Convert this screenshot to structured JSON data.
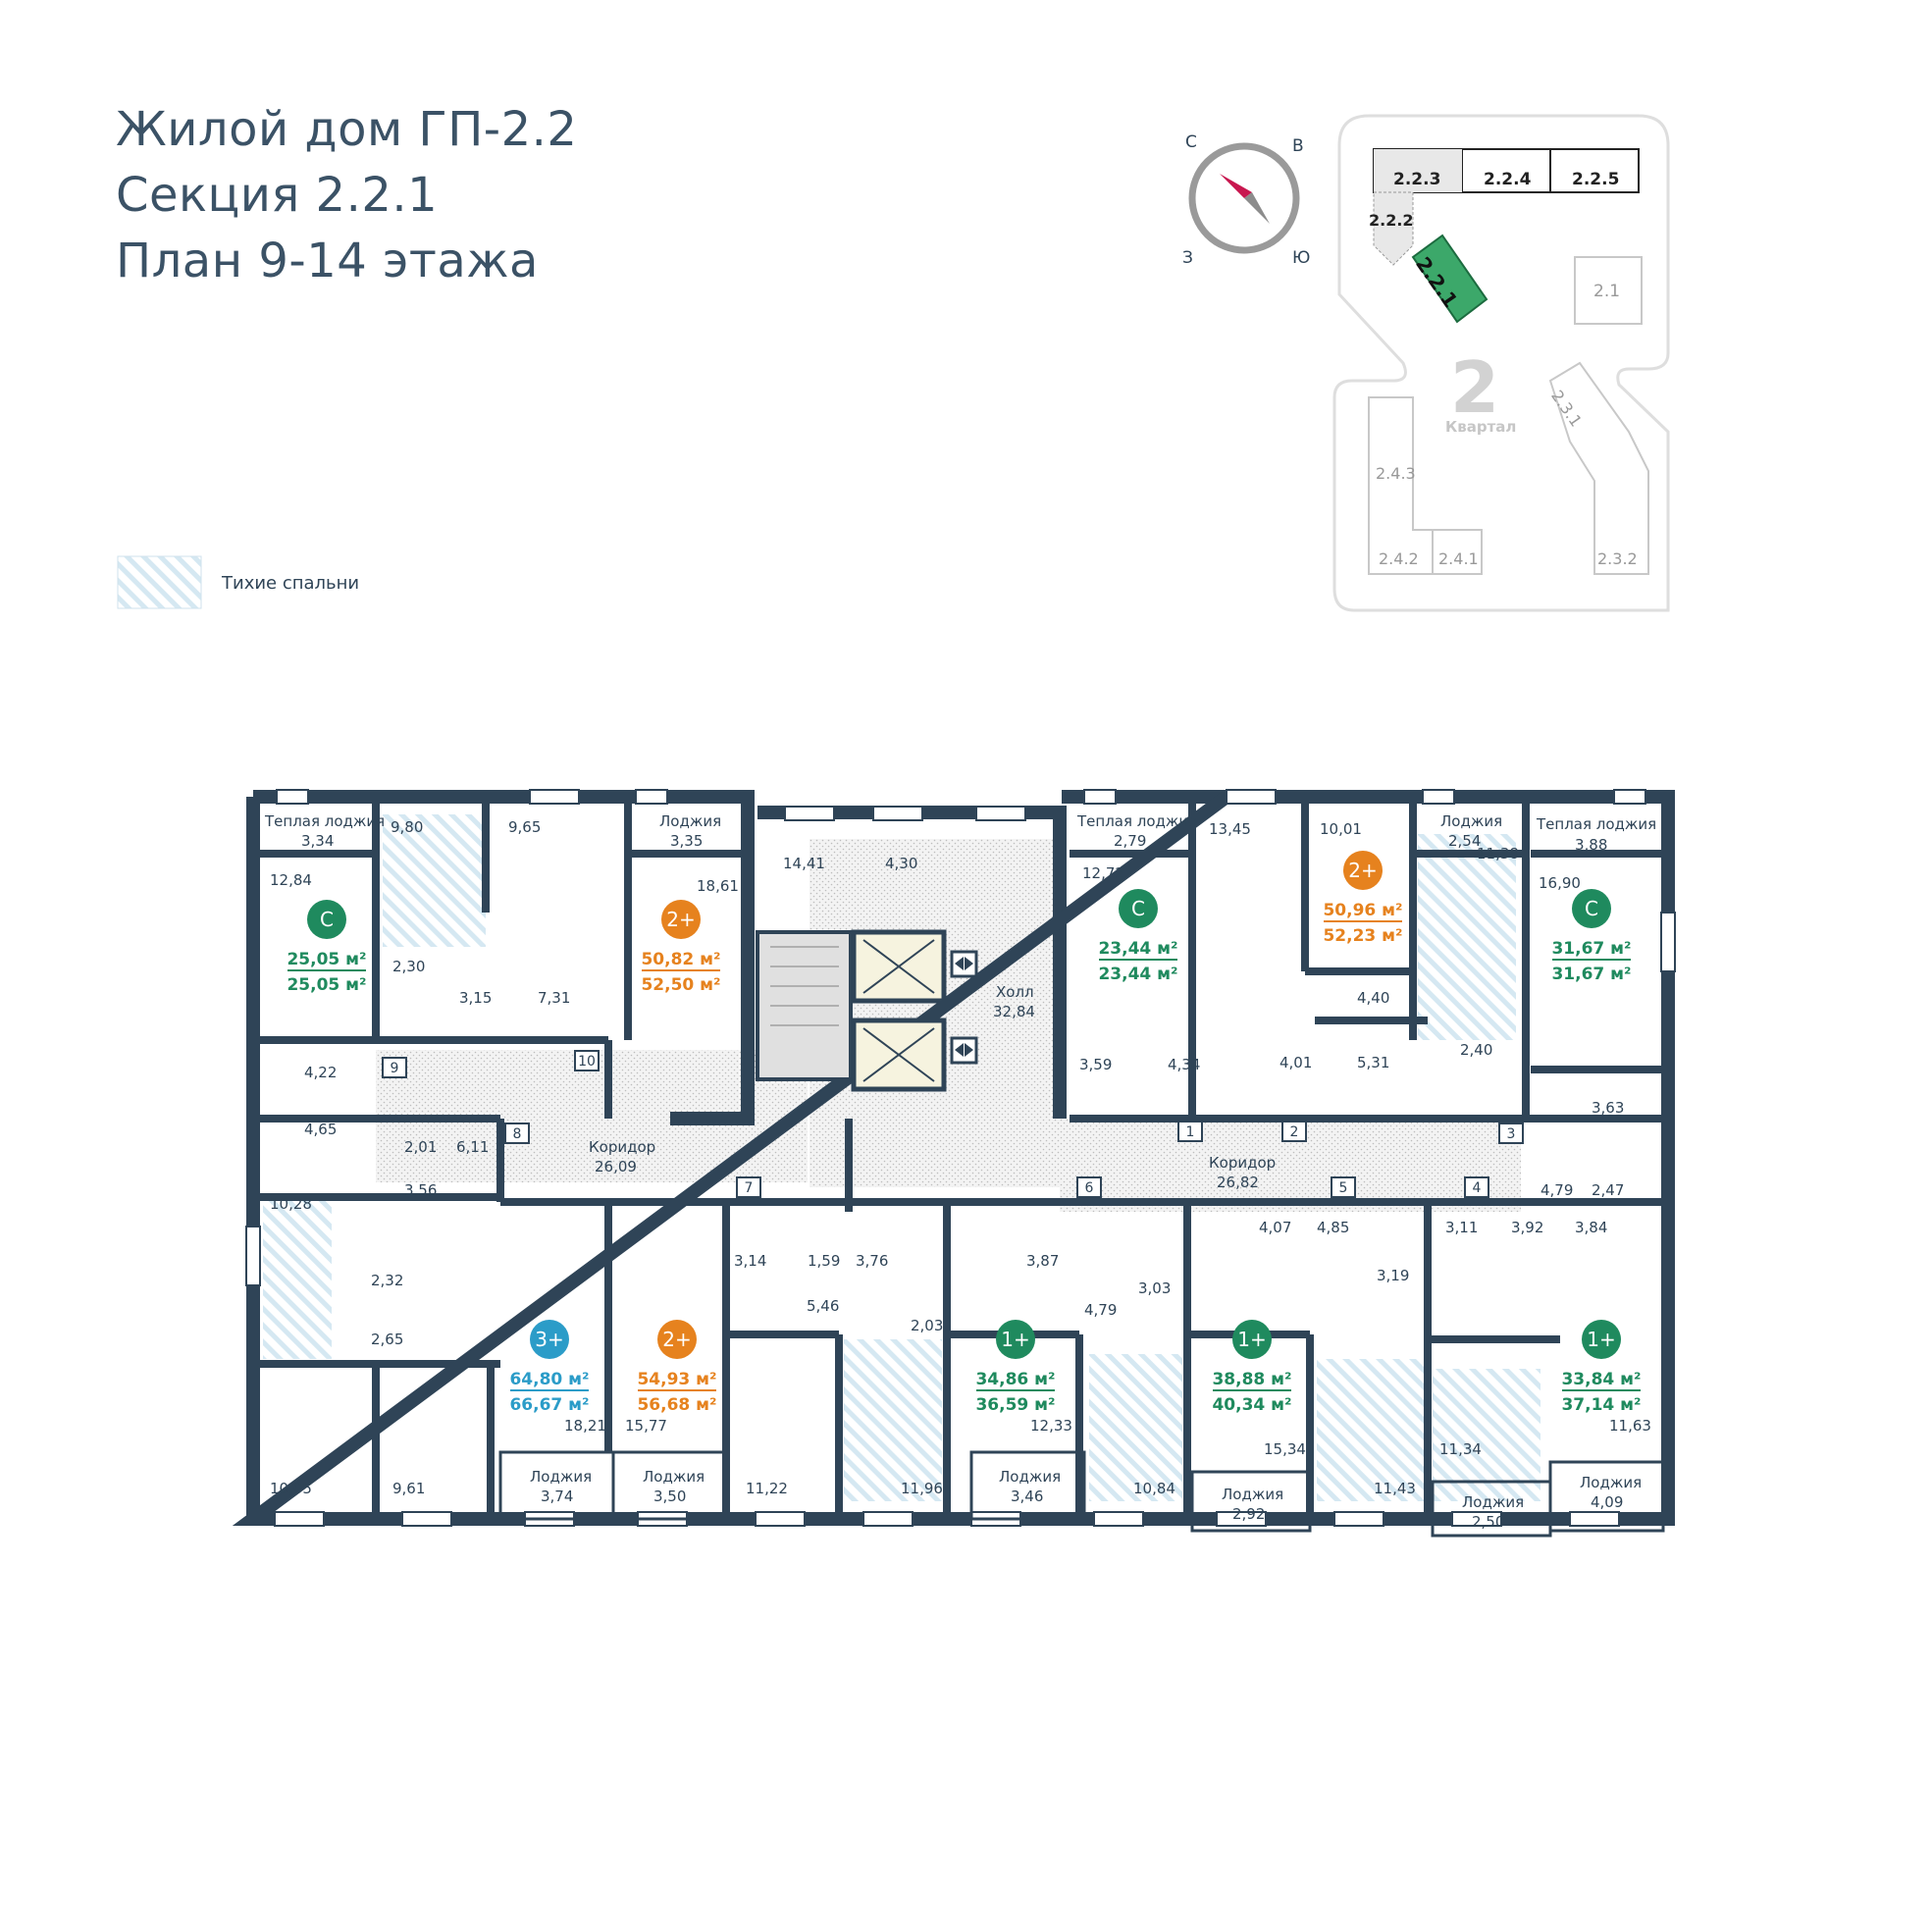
{
  "header": {
    "line1": "Жилой дом ГП-2.2",
    "line2": "Секция 2.2.1",
    "line3": "План 9-14 этажа"
  },
  "legend": {
    "quiet_bedrooms": "Тихие спальни"
  },
  "compass": {
    "n": "С",
    "e": "В",
    "s": "Ю",
    "w": "З"
  },
  "site_map": {
    "sections_top": [
      "2.2.3",
      "2.2.4",
      "2.2.5"
    ],
    "section_222": "2.2.2",
    "section_current": "2.2.1",
    "section_21": "2.1",
    "section_231": "2.3.1",
    "section_243": "2.4.3",
    "section_242": "2.4.2",
    "section_241": "2.4.1",
    "section_232": "2.3.2",
    "kvartal_number": "2",
    "kvartal_label": "Квартал"
  },
  "apartments": [
    {
      "type": "С",
      "area": "25,05 м²",
      "total": "25,05 м²",
      "color": "#1f8a5e"
    },
    {
      "type": "2+",
      "area": "50,82 м²",
      "total": "52,50 м²",
      "color": "#e6821e"
    },
    {
      "type": "С",
      "area": "23,44 м²",
      "total": "23,44 м²",
      "color": "#1f8a5e"
    },
    {
      "type": "2+",
      "area": "50,96 м²",
      "total": "52,23 м²",
      "color": "#e6821e"
    },
    {
      "type": "С",
      "area": "31,67 м²",
      "total": "31,67 м²",
      "color": "#1f8a5e"
    },
    {
      "type": "3+",
      "area": "64,80 м²",
      "total": "66,67 м²",
      "color": "#2b9cc8"
    },
    {
      "type": "2+",
      "area": "54,93 м²",
      "total": "56,68 м²",
      "color": "#e6821e"
    },
    {
      "type": "1+",
      "area": "34,86 м²",
      "total": "36,59 м²",
      "color": "#1f8a5e"
    },
    {
      "type": "1+",
      "area": "38,88 м²",
      "total": "40,34 м²",
      "color": "#1f8a5e"
    },
    {
      "type": "1+",
      "area": "33,84 м²",
      "total": "37,14 м²",
      "color": "#1f8a5e"
    }
  ],
  "apartment_numbers": [
    "1",
    "2",
    "3",
    "4",
    "5",
    "6",
    "7",
    "8",
    "9",
    "10"
  ],
  "rooms": {
    "l1": "Теплая лоджия",
    "l1v": "3,34",
    "l2": "Лоджия",
    "l2v": "3,35",
    "l3": "Теплая лоджия",
    "l3v": "2,79",
    "l4": "Лоджия",
    "l4v": "2,54",
    "l5": "Теплая лоджия",
    "l5v": "3,88",
    "l6": "Лоджия",
    "l6v": "3,74",
    "l7": "Лоджия",
    "l7v": "3,50",
    "l8": "Лоджия",
    "l8v": "3,46",
    "l9": "Лоджия",
    "l9v": "2,92",
    "l10": "Лоджия",
    "l10v": "2,50",
    "l11": "Лоджия",
    "l11v": "4,09",
    "hall": "Холл",
    "hallv": "32,84",
    "cor1": "Коридор",
    "cor1v": "26,09",
    "cor2": "Коридор",
    "cor2v": "26,82",
    "a1": "9,80",
    "a2": "9,65",
    "a3": "12,84",
    "a4": "18,61",
    "a5": "14,41",
    "a6": "4,30",
    "a7": "2,30",
    "a8": "3,15",
    "a9": "7,31",
    "a10": "4,22",
    "a11": "4,65",
    "a12": "2,01",
    "a13": "6,11",
    "a14": "3,56",
    "a15": "10,28",
    "a16": "2,32",
    "a17": "2,65",
    "a18": "10,05",
    "a19": "9,61",
    "a20": "18,21",
    "a21": "15,77",
    "a22": "3,14",
    "a23": "1,59",
    "a24": "3,76",
    "a25": "3,87",
    "a26": "5,46",
    "a27": "2,03",
    "a28": "11,22",
    "a29": "11,96",
    "a30": "12,33",
    "a31": "12,72",
    "a32": "13,45",
    "a33": "10,01",
    "a34": "11,38",
    "a35": "16,90",
    "a36": "3,59",
    "a37": "4,34",
    "a38": "4,01",
    "a39": "4,40",
    "a40": "5,31",
    "a41": "2,40",
    "a42": "3,63",
    "a43": "4,79",
    "a44": "2,47",
    "a45": "4,79",
    "a46": "3,03",
    "a47": "4,07",
    "a48": "4,85",
    "a49": "3,19",
    "a50": "3,11",
    "a51": "3,92",
    "a52": "3,84",
    "a53": "10,84",
    "a54": "15,34",
    "a55": "11,43",
    "a56": "11,34",
    "a57": "11,63"
  }
}
